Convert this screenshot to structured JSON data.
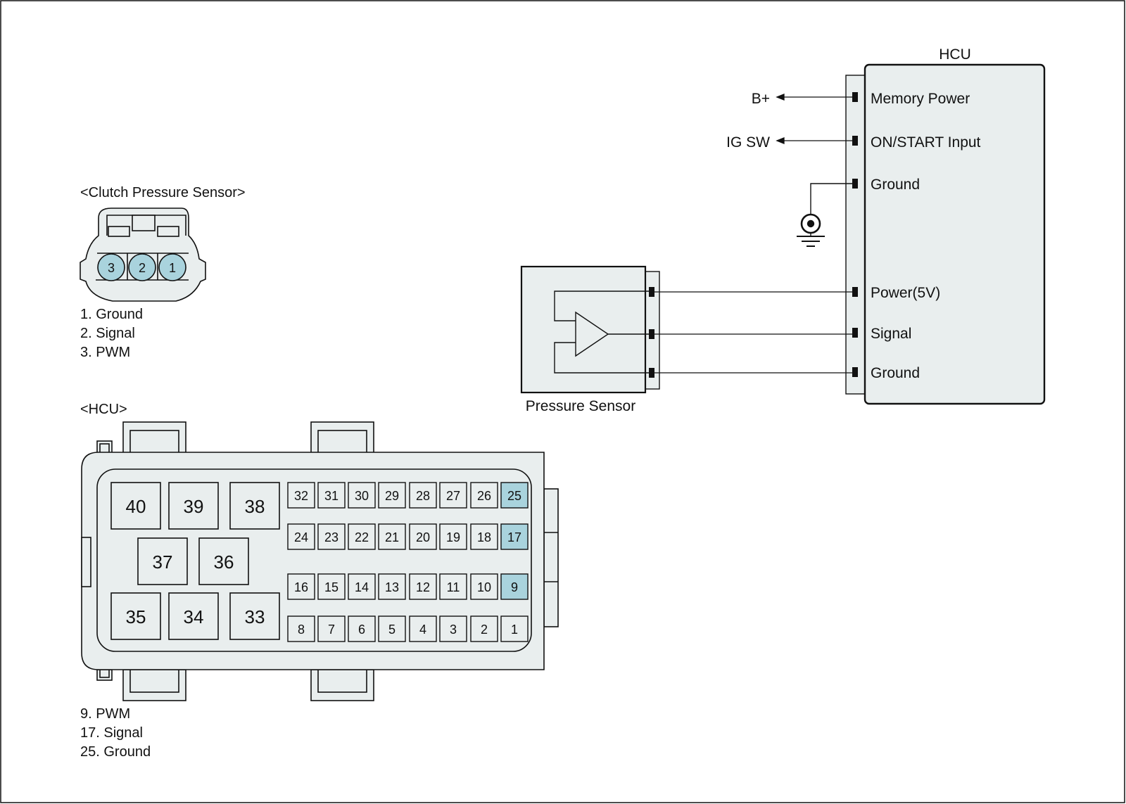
{
  "clutch_sensor": {
    "title": "<Clutch Pressure Sensor>",
    "pins": [
      "3",
      "2",
      "1"
    ],
    "legend": [
      "1. Ground",
      "2. Signal",
      "3. PWM"
    ]
  },
  "hcu_connector": {
    "title": "<HCU>",
    "large_pins": [
      "40",
      "39",
      "38",
      "37",
      "36",
      "35",
      "34",
      "33"
    ],
    "row1": [
      "32",
      "31",
      "30",
      "29",
      "28",
      "27",
      "26",
      "25"
    ],
    "row2": [
      "24",
      "23",
      "22",
      "21",
      "20",
      "19",
      "18",
      "17"
    ],
    "row3": [
      "16",
      "15",
      "14",
      "13",
      "12",
      "11",
      "10",
      "9"
    ],
    "row4": [
      "8",
      "7",
      "6",
      "5",
      "4",
      "3",
      "2",
      "1"
    ],
    "highlighted": [
      "25",
      "17",
      "9"
    ],
    "legend": [
      "9. PWM",
      "17. Signal",
      "25. Ground"
    ]
  },
  "schematic": {
    "hcu_title": "HCU",
    "hcu_pins": [
      "Memory Power",
      "ON/START Input",
      "Ground",
      "Power(5V)",
      "Signal",
      "Ground"
    ],
    "b_plus": "B+",
    "ig_sw": "IG SW",
    "sensor_label": "Pressure Sensor"
  },
  "colors": {
    "pin_highlight": "#a9d3dd",
    "body_fill": "#e9eeee",
    "line": "#111111"
  }
}
